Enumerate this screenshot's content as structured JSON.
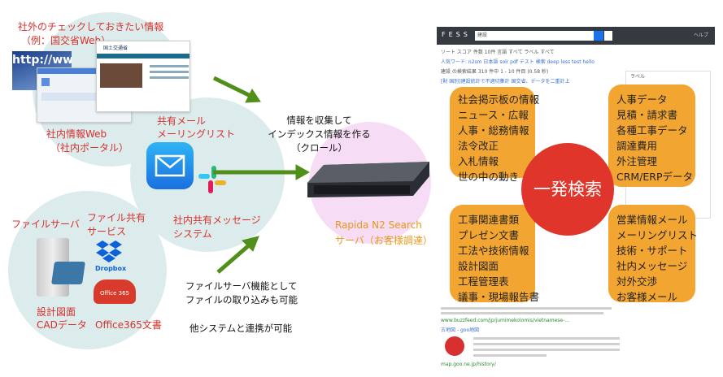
{
  "left_sources": {
    "external": {
      "title": "社外のチェックしておきたい情報",
      "example": "（例：国交省Web）"
    },
    "internal_web": {
      "title": "社内情報Web",
      "sub": "（社内ポータル）"
    },
    "shared_mail": {
      "title": "共有メール",
      "sub": "メーリングリスト"
    },
    "messaging": {
      "title": "社内共有メッセージ",
      "sub": "システム"
    },
    "file_server": {
      "title": "ファイルサーバ"
    },
    "file_share": {
      "title": "ファイル共有",
      "sub": "サービス",
      "dropbox": "Dropbox"
    },
    "cad": {
      "title": "設計図面",
      "sub": "CADデータ"
    },
    "office": {
      "title": "Office365文書",
      "logo": "Office 365"
    },
    "mlit_logo": "国土交通省",
    "http_text": "http://www"
  },
  "center": {
    "crawl_lines": [
      "情報を収集して",
      "インデックス情報を作る",
      "（クロール）"
    ],
    "server_name": "Rapida N2 Search",
    "server_sub": "サーバ（お客様調達）",
    "file_note": [
      "ファイルサーバ機能として",
      "ファイルの取り込みも可能"
    ],
    "integration_note": "他システムと連携が可能"
  },
  "fess": {
    "logo": "FESS",
    "query": "建設",
    "help": "ヘルプ",
    "filters": "ソート  スコア  件数  10件  言語  すべて  ラベル  すべて",
    "popular": "人気ワード: n2sm 日本語 solr pdf テスト 検索 deep less test hello",
    "result_count": "建設 の検索結果 310 件中 1 - 10 件目 (0.58 秒)",
    "result1_title": "[財 国別]建設統計で不適切集計 国交省、データを二重計上",
    "result2_url": "www.buzzfeed.com/jp/jumimekolomis/vietnamese-...",
    "result3_title": "古地図 - goo地図",
    "result3_url": "map.goo.ne.jp/history/",
    "label_panel": "ラベル"
  },
  "categories": {
    "left_top": [
      "社会掲示板の情報",
      "ニュース・広報",
      "人事・総務情報",
      "法令改正",
      "入札情報",
      "世の中の動き"
    ],
    "left_bottom": [
      "工事関連書類",
      "プレゼン文書",
      "工法や技術情報",
      "設計図面",
      "工程管理表",
      "議事・現場報告書"
    ],
    "right_top": [
      "人事データ",
      "見積・請求書",
      "各種工事データ",
      "調達費用",
      "外注管理",
      "CRM/ERPデータ"
    ],
    "right_bottom": [
      "営業情報メール",
      "メーリングリスト",
      "技術・サポート",
      "社内メッセージ",
      "対外交渉",
      "お客様メール"
    ]
  },
  "hub": "一発検索",
  "colors": {
    "red": "#d8302c",
    "orange": "#f2a531",
    "green": "#4f8f1a",
    "hub": "#e0352b",
    "accent": "#e8981d"
  }
}
